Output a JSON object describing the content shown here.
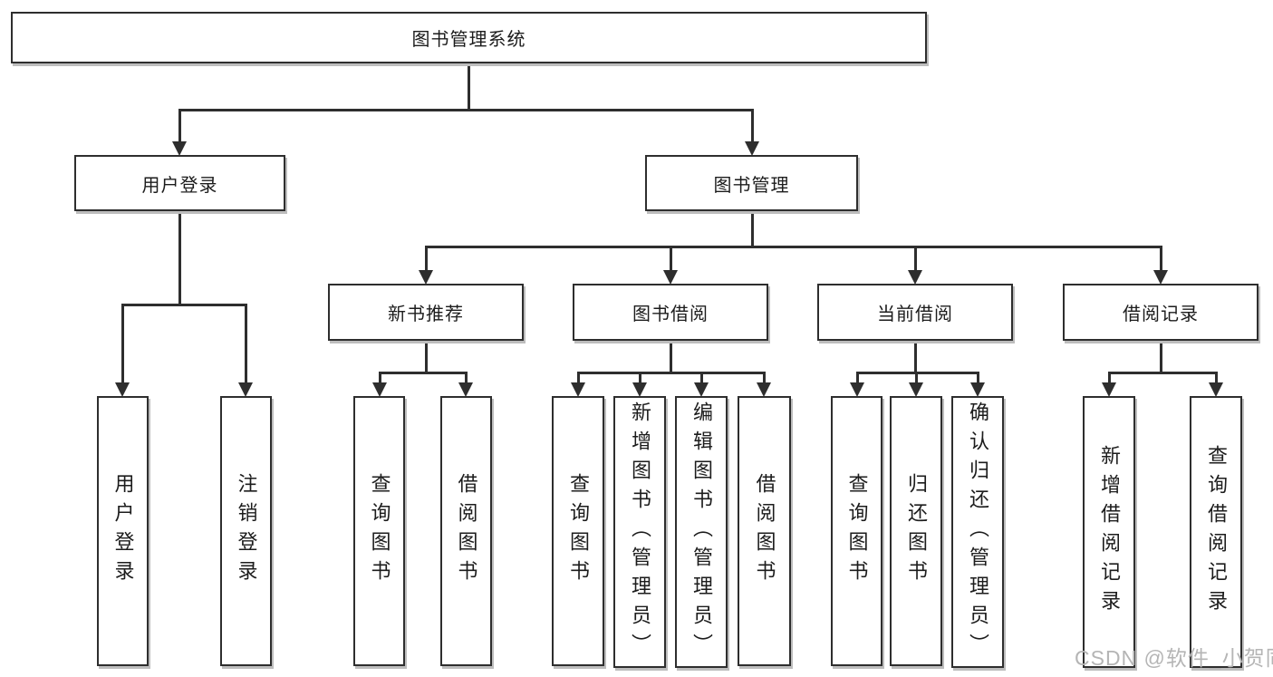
{
  "diagram": {
    "title": "图书管理系统",
    "nodes": [
      {
        "id": "root",
        "label": "图书管理系统",
        "level": 0,
        "parent": null
      },
      {
        "id": "user-login",
        "label": "用户登录",
        "level": 1,
        "parent": "root"
      },
      {
        "id": "book-management",
        "label": "图书管理",
        "level": 1,
        "parent": "root"
      },
      {
        "id": "new-book-recommend",
        "label": "新书推荐",
        "level": 2,
        "parent": "book-management"
      },
      {
        "id": "book-borrowing",
        "label": "图书借阅",
        "level": 2,
        "parent": "book-management"
      },
      {
        "id": "current-borrowing",
        "label": "当前借阅",
        "level": 2,
        "parent": "book-management"
      },
      {
        "id": "borrowing-records",
        "label": "借阅记录",
        "level": 2,
        "parent": "book-management"
      },
      {
        "id": "user-login-action",
        "label": "用户登录",
        "level": 2,
        "parent": "user-login"
      },
      {
        "id": "logout-action",
        "label": "注销登录",
        "level": 2,
        "parent": "user-login"
      },
      {
        "id": "query-books-recommend",
        "label": "查询图书",
        "level": 3,
        "parent": "new-book-recommend"
      },
      {
        "id": "borrow-books-recommend",
        "label": "借阅图书",
        "level": 3,
        "parent": "new-book-recommend"
      },
      {
        "id": "query-books-borrowing",
        "label": "查询图书",
        "level": 3,
        "parent": "book-borrowing"
      },
      {
        "id": "add-books-admin",
        "label": "新增图书（管理员）",
        "level": 3,
        "parent": "book-borrowing"
      },
      {
        "id": "edit-books-admin",
        "label": "编辑图书（管理员）",
        "level": 3,
        "parent": "book-borrowing"
      },
      {
        "id": "borrow-books-borrowing",
        "label": "借阅图书",
        "level": 3,
        "parent": "book-borrowing"
      },
      {
        "id": "query-books-current",
        "label": "查询图书",
        "level": 3,
        "parent": "current-borrowing"
      },
      {
        "id": "return-books",
        "label": "归还图书",
        "level": 3,
        "parent": "current-borrowing"
      },
      {
        "id": "confirm-return-admin",
        "label": "确认归还（管理员）",
        "level": 3,
        "parent": "current-borrowing"
      },
      {
        "id": "add-borrow-record",
        "label": "新增借阅记录",
        "level": 3,
        "parent": "borrowing-records"
      },
      {
        "id": "query-borrow-record",
        "label": "查询借阅记录",
        "level": 3,
        "parent": "borrowing-records"
      }
    ]
  },
  "watermark": {
    "text": "CSDN @软件_小贺同学"
  },
  "colors": {
    "line": "#2e2e2e",
    "box_border": "#2e2e2e",
    "box_background": "#ffffff",
    "text": "#1c1c1c",
    "shadow": "#bdbdbd",
    "watermark": "#b5b5b5",
    "background": "#ffffff"
  }
}
